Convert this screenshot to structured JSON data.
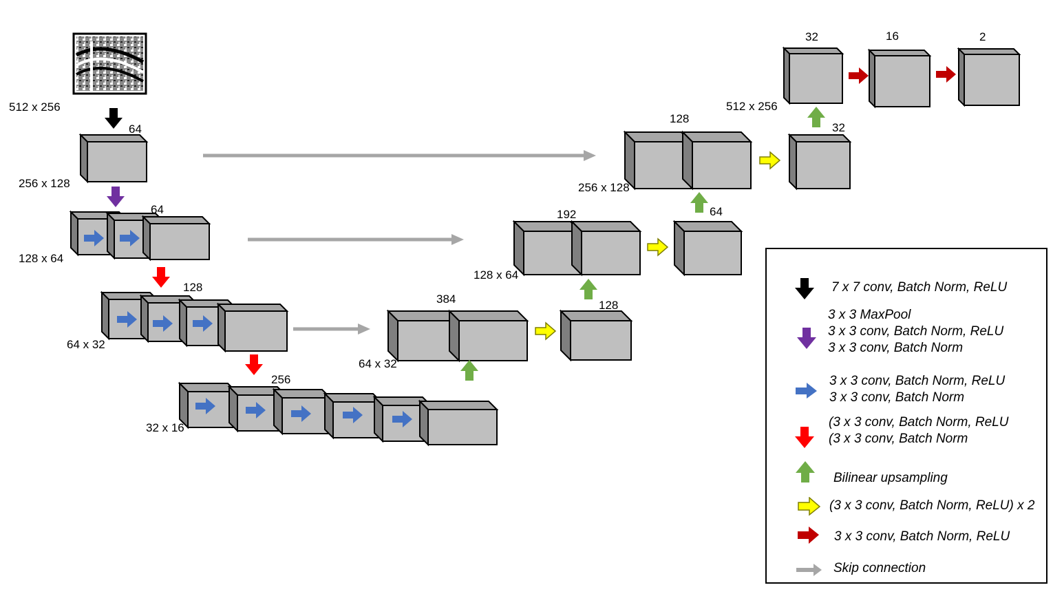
{
  "dims": {
    "input": "512 x 256",
    "enc1": "256 x 128",
    "enc2": "128 x 64",
    "enc3": "64 x 32",
    "enc4": "32 x 16",
    "dec3": "64 x 32",
    "dec2": "128 x 64",
    "dec1": "256 x 128",
    "dec0": "512 x 256"
  },
  "channels": {
    "c64a": "64",
    "c64b": "64",
    "c128a": "128",
    "c256": "256",
    "c384": "384",
    "c128b": "128",
    "c192": "192",
    "c64c": "64",
    "c128c": "128",
    "c32a": "32",
    "c32b": "32",
    "c16": "16",
    "c2": "2"
  },
  "legend": [
    {
      "icon": "black-arrow-down-icon",
      "color": "#000000",
      "lines": [
        "7 x 7 conv, Batch Norm, ReLU"
      ]
    },
    {
      "icon": "purple-arrow-down-icon",
      "color": "#7030a0",
      "lines": [
        "3 x 3 MaxPool",
        "3 x 3 conv, Batch Norm, ReLU",
        "3 x 3 conv, Batch Norm"
      ]
    },
    {
      "icon": "blue-arrow-right-icon",
      "color": "#4472c4",
      "lines": [
        "3 x 3 conv, Batch Norm, ReLU",
        "3 x 3 conv, Batch Norm"
      ]
    },
    {
      "icon": "red-arrow-down-icon",
      "color": "#ff0000",
      "lines": [
        "(3 x 3 conv, Batch Norm, ReLU",
        "(3 x 3 conv, Batch Norm"
      ]
    },
    {
      "icon": "green-arrow-up-icon",
      "color": "#70ad47",
      "lines": [
        "Bilinear upsampling"
      ]
    },
    {
      "icon": "yellow-arrow-right-icon",
      "color": "#ffff00",
      "lines": [
        "(3 x 3 conv, Batch Norm, ReLU) x 2"
      ]
    },
    {
      "icon": "darkred-arrow-right-icon",
      "color": "#c00000",
      "lines": [
        "3 x 3 conv, Batch Norm, ReLU"
      ]
    },
    {
      "icon": "gray-arrow-right-icon",
      "color": "#a6a6a6",
      "lines": [
        "Skip connection"
      ]
    }
  ],
  "colors": {
    "block_front": "#bfbfbf",
    "block_side": "#7f7f7f",
    "block_top": "#a6a6a6",
    "skip": "#a6a6a6"
  }
}
